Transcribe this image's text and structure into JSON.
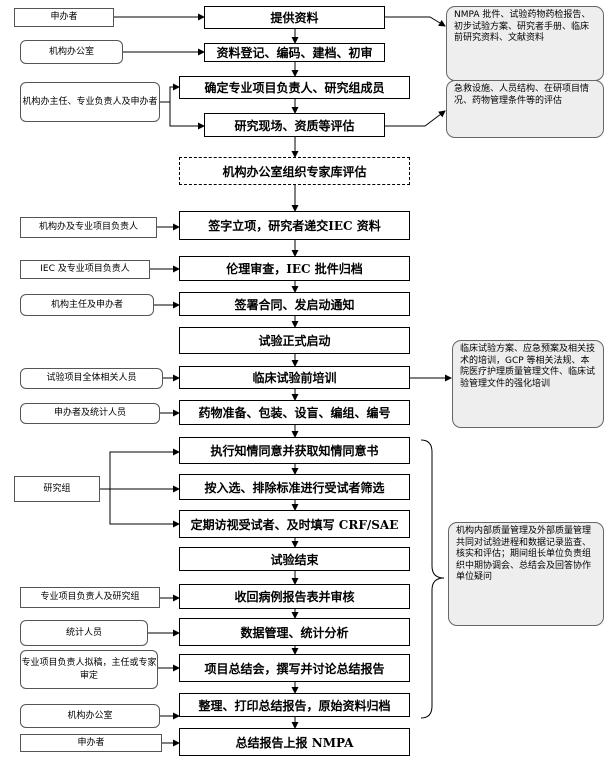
{
  "steps": [
    "提供资料",
    "资料登记、编码、建档、初审",
    "确定专业项目负责人、研究组成员",
    "研究现场、资质等评估",
    "机构办公室组织专家库评估",
    "签字立项，研究者递交IEC 资料",
    "伦理审查，IEC 批件归档",
    "签署合同、发启动通知",
    "试验正式启动",
    "临床试验前培训",
    "药物准备、包装、设盲、编组、编号",
    "执行知情同意并获取知情同意书",
    "按入选、排除标准进行受试者筛选",
    "定期访视受试者、及时填写 CRF/SAE",
    "试验结束",
    "收回病例报告表并审核",
    "数据管理、统计分析",
    "项目总结会，撰写并讨论总结报告",
    "整理、打印总结报告，原始资料归档",
    "总结报告上报 NMPA"
  ],
  "roles": [
    "申办者",
    "机构办公室",
    "机构办主任、专业负责人及申办者",
    "机构办及专业项目负责人",
    "IEC 及专业项目负责人",
    "机构主任及申办者",
    "试验项目全体相关人员",
    "申办者及统计人员",
    "研究组",
    "专业项目负责人及研究组",
    "统计人员",
    "专业项目负责人拟稿，主任或专家审定",
    "机构办公室",
    "申办者"
  ],
  "notes": [
    "NMPA 批件、试验药物药检报告、初步试验方案、研究者手册、临床前研究资料、文献资料",
    "急救设施、人员结构、在研项目情况、药物管理条件等的评估",
    "临床试验方案、应急预案及相关技术的培训，GCP 等相关法规、本院医疗护理质量管理文件、临床试验管理文件的强化培训",
    "机构内部质量管理及外部质量管理共同对试验进程和数据记录监查、核实和评估；期间组长单位负责组织中期协调会、总结会及回答协作单位疑问"
  ]
}
